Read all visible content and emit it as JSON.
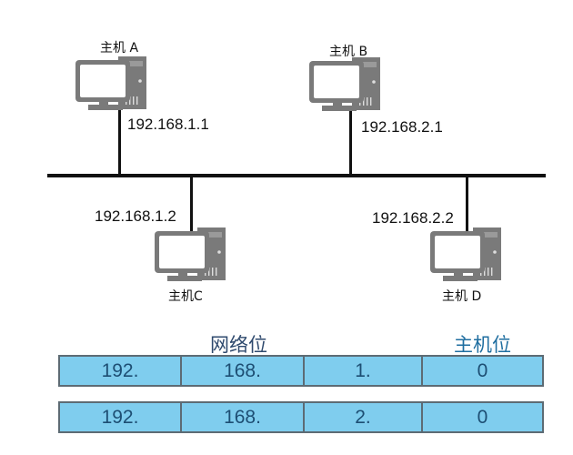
{
  "hosts": [
    {
      "label": "主机 A",
      "ip": "192.168.1.1"
    },
    {
      "label": "主机 B",
      "ip": "192.168.2.1"
    },
    {
      "label": "主机C",
      "ip": "192.168.1.2"
    },
    {
      "label": "主机 D",
      "ip": "192.168.2.2"
    }
  ],
  "table": {
    "network_header": "网络位",
    "host_header": "主机位",
    "rows": [
      [
        "192.",
        "168.",
        "1.",
        "0"
      ],
      [
        "192.",
        "168.",
        "2.",
        "0"
      ]
    ]
  },
  "colors": {
    "icon": "#7a7a7a",
    "cell_fill": "#7fcdee",
    "network_header": "#2f4a6e",
    "host_header": "#1f6ea0"
  }
}
